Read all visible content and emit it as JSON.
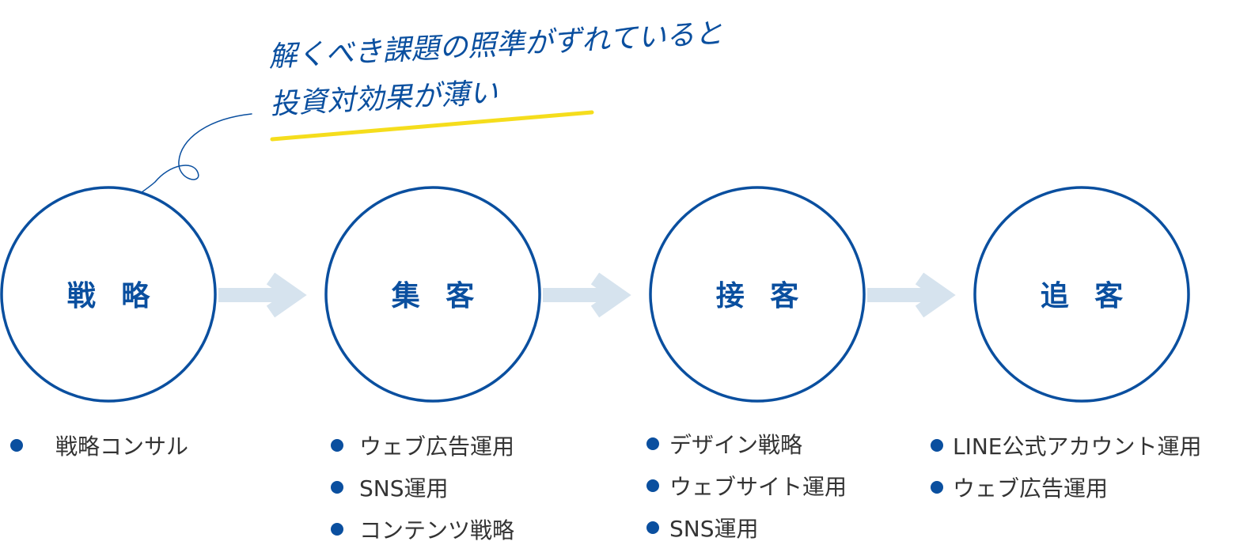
{
  "colors": {
    "circle": "#0a4f9f",
    "label": "#0a4f9f",
    "arrow": "#d6e3ee",
    "highlight": "#f5dd1c",
    "note": "#0a4f9f",
    "bullet": "#0a4f9f",
    "item_text": "#333333"
  },
  "note": {
    "lines": [
      "解くべき課題の照準がずれていると",
      "投資対効果が薄い"
    ]
  },
  "stages": [
    {
      "label": "戦 略",
      "items": [
        "戦略コンサル"
      ]
    },
    {
      "label": "集 客",
      "items": [
        "ウェブ広告運用",
        "SNS運用",
        "コンテンツ戦略"
      ]
    },
    {
      "label": "接 客",
      "items": [
        "デザイン戦略",
        "ウェブサイト運用",
        "SNS運用"
      ]
    },
    {
      "label": "追 客",
      "items": [
        "LINE公式アカウント運用",
        "ウェブ広告運用"
      ]
    }
  ]
}
